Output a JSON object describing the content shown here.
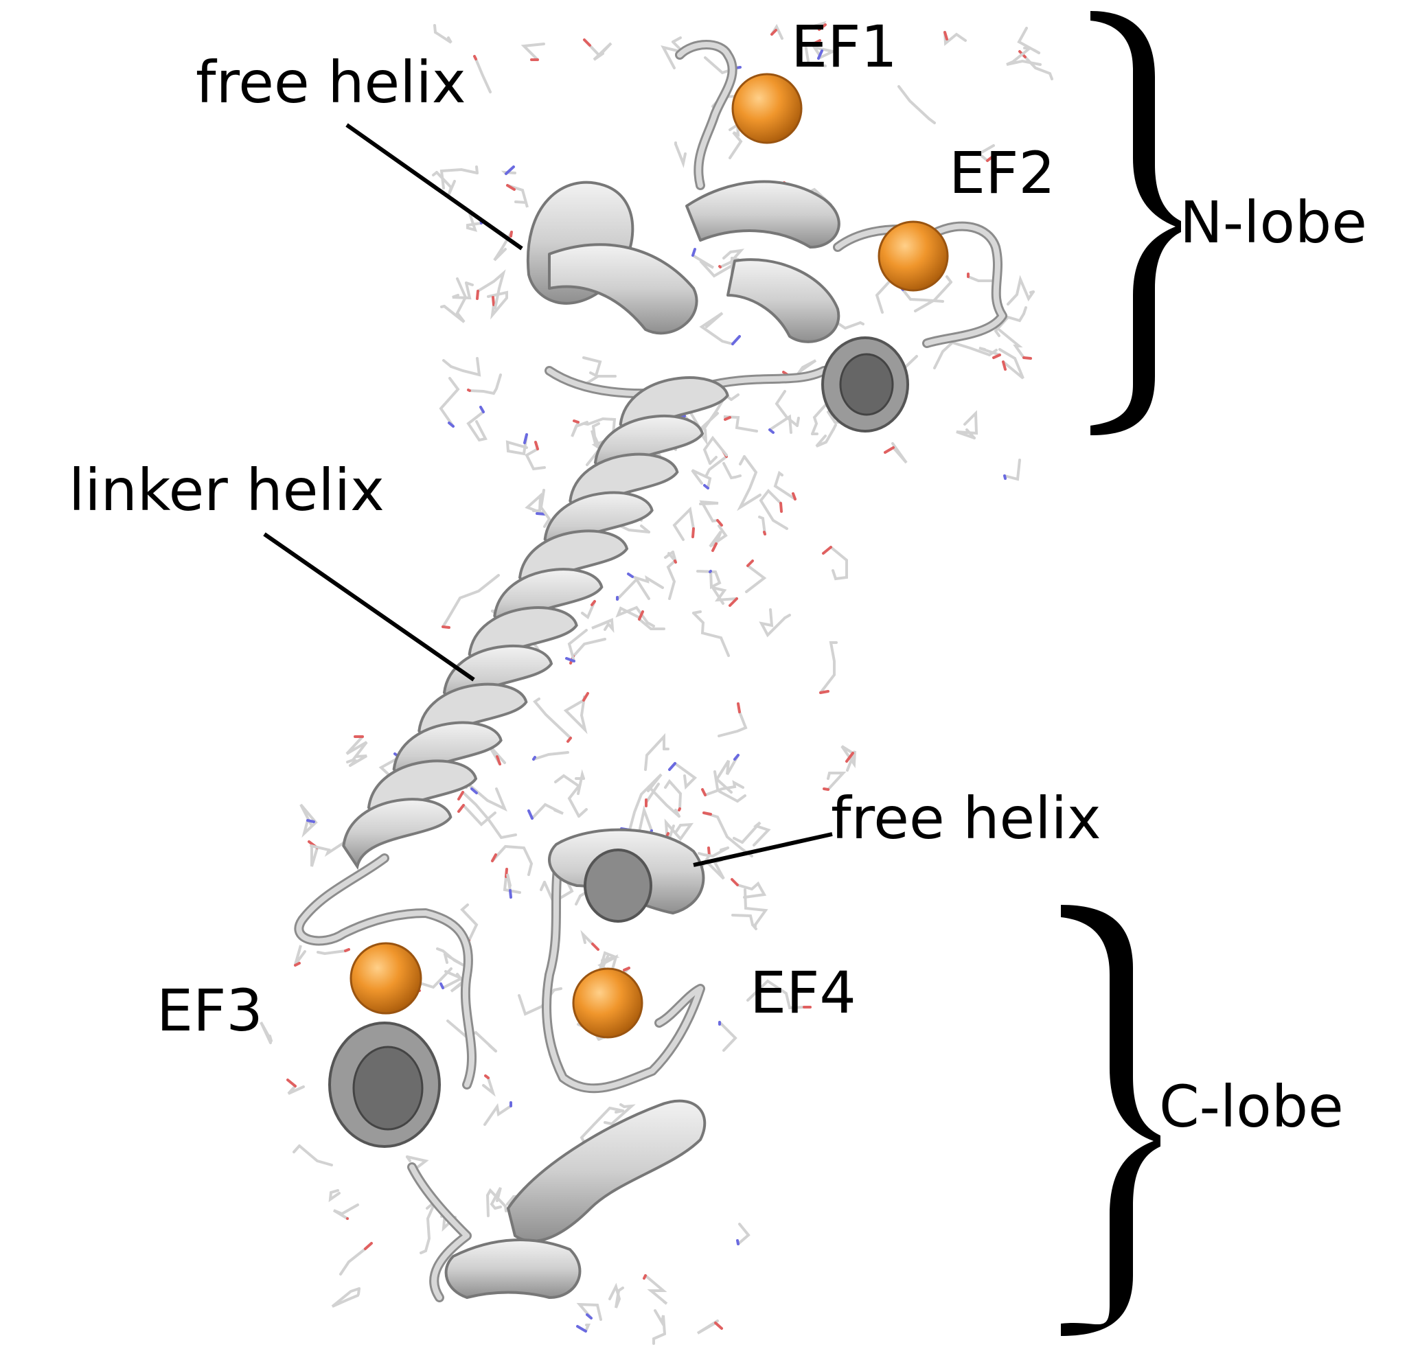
{
  "labels": {
    "free_helix_top": "free helix",
    "ef1": "EF1",
    "ef2": "EF2",
    "n_lobe": "N-lobe",
    "linker_helix": "linker helix",
    "free_helix_bottom": "free helix",
    "ef3": "EF3",
    "ef4": "EF4",
    "c_lobe": "C-lobe"
  },
  "colors": {
    "background": "#ffffff",
    "ribbon": "#c8c8c8",
    "ribbon_shadow": "#8c8c8c",
    "sticks": "#cfcfcf",
    "oxygen": "#e06060",
    "nitrogen": "#6a6ae0",
    "sulfur": "#d8d070",
    "calcium_ion": "#e8891c",
    "text": "#000000"
  }
}
